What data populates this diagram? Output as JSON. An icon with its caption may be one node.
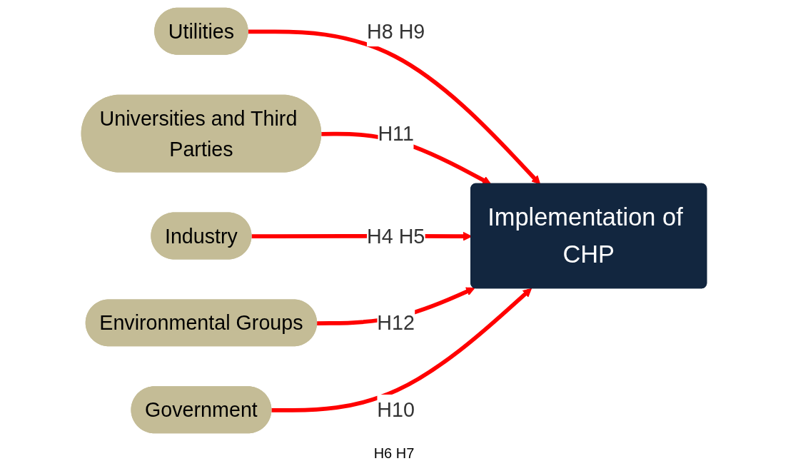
{
  "diagram": {
    "nodes": [
      {
        "text": [
          "Utilities"
        ]
      },
      {
        "text": [
          "Universities and Third Parties"
        ]
      },
      {
        "text": [
          "Industry"
        ]
      },
      {
        "text": [
          "Implementation of CHP"
        ]
      },
      {
        "text": [
          "Environmental Groups"
        ]
      },
      {
        "text": [
          "Government"
        ]
      }
    ],
    "edges": [
      {
        "from": 0,
        "to": 3,
        "arrow": "to",
        "label": "H8 H9"
      },
      {
        "from": 1,
        "to": 3,
        "arrow": "to",
        "label": "H11"
      },
      {
        "from": 2,
        "to": 3,
        "arrow": "to",
        "label": "H4 H5"
      },
      {
        "from": 4,
        "to": 3,
        "arrow": "to",
        "label": "H12"
      },
      {
        "from": 5,
        "to": 3,
        "arrow": "to",
        "label": "H10"
      }
    ],
    "labels": [
      "H6 H7"
    ]
  }
}
